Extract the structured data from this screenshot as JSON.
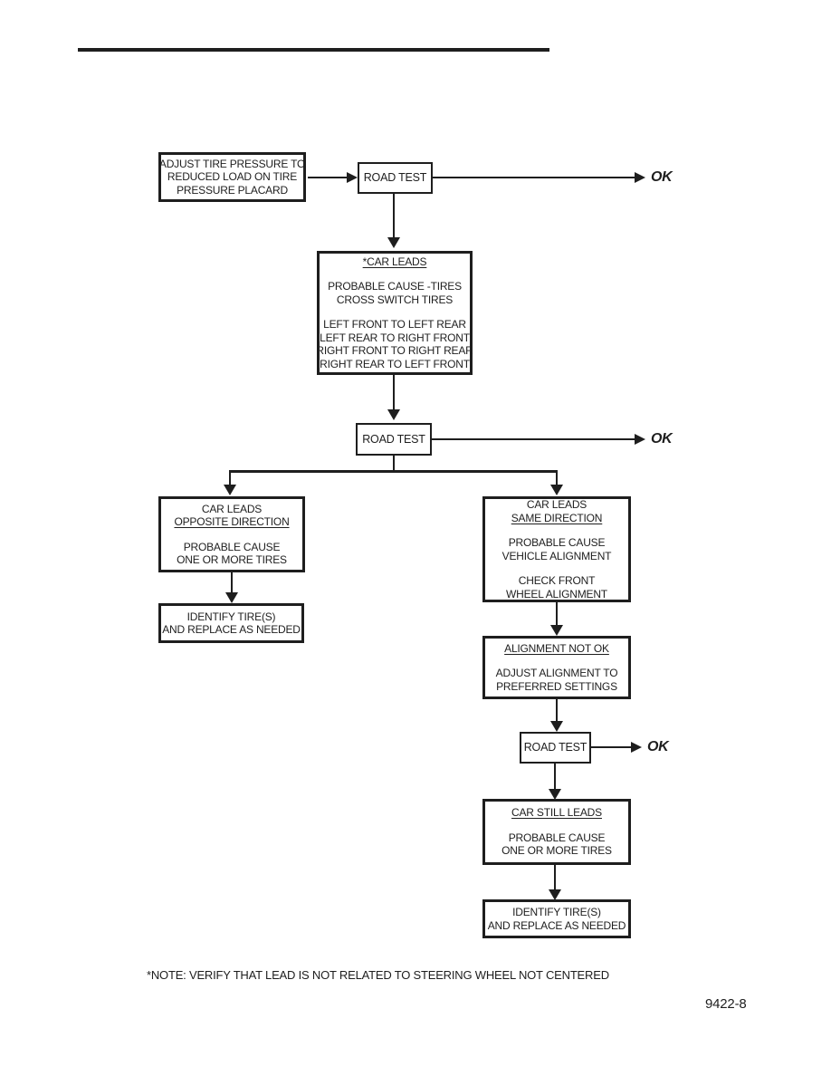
{
  "page": {
    "note": "*NOTE: VERIFY THAT LEAD IS NOT RELATED TO STEERING WHEEL NOT CENTERED",
    "figure_number": "9422-8"
  },
  "labels": {
    "road_test": "ROAD TEST",
    "ok": "OK"
  },
  "boxes": {
    "adjust_pressure": {
      "l1": "ADJUST TIRE PRESSURE TO",
      "l2": "REDUCED LOAD ON TIRE",
      "l3": "PRESSURE PLACARD"
    },
    "car_leads": {
      "title": "*CAR LEADS",
      "p1l1": "PROBABLE CAUSE -TIRES",
      "p1l2": "CROSS SWITCH TIRES",
      "p2l1": "LEFT FRONT TO LEFT REAR",
      "p2l2": "LEFT REAR TO RIGHT FRONT",
      "p2l3": "RIGHT FRONT TO RIGHT REAR",
      "p2l4": "RIGHT REAR TO LEFT FRONT"
    },
    "opposite_direction": {
      "t1": "CAR LEADS",
      "t2": "OPPOSITE DIRECTION",
      "l1": "PROBABLE CAUSE",
      "l2": "ONE OR MORE TIRES"
    },
    "identify_left": {
      "l1": "IDENTIFY TIRE(S)",
      "l2": "AND REPLACE AS NEEDED"
    },
    "same_direction": {
      "t1": "CAR LEADS",
      "t2": "SAME DIRECTION",
      "l1": "PROBABLE CAUSE",
      "l2": "VEHICLE ALIGNMENT",
      "l3": "CHECK FRONT",
      "l4": "WHEEL ALIGNMENT"
    },
    "alignment_not_ok": {
      "t": "ALIGNMENT NOT OK",
      "l1": "ADJUST ALIGNMENT TO",
      "l2": "PREFERRED SETTINGS"
    },
    "car_still_leads": {
      "t": "CAR STILL LEADS",
      "l1": "PROBABLE CAUSE",
      "l2": "ONE OR MORE TIRES"
    },
    "identify_right": {
      "l1": "IDENTIFY TIRE(S)",
      "l2": "AND REPLACE AS NEEDED"
    }
  }
}
